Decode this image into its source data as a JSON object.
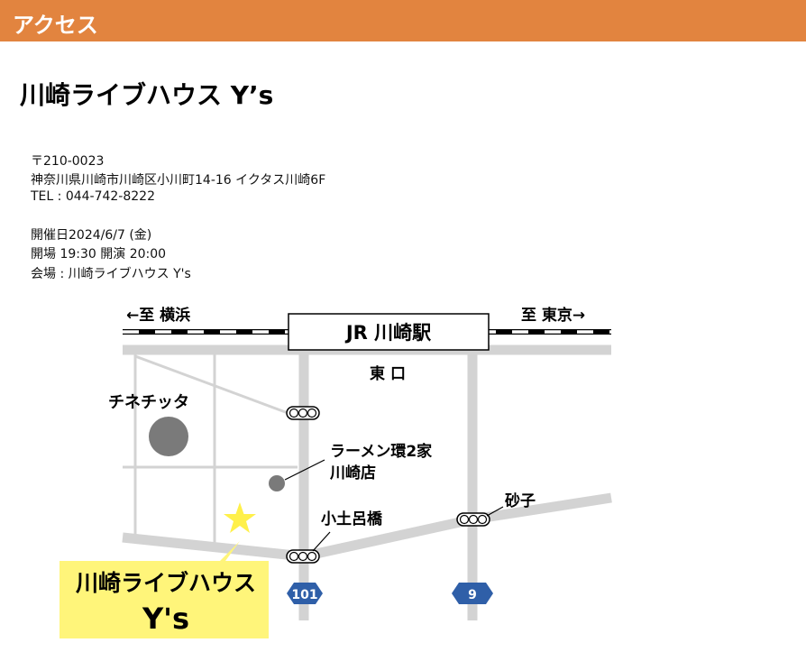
{
  "header": {
    "title": "アクセス"
  },
  "venue": {
    "name": "川崎ライブハウス Y’s"
  },
  "address": {
    "postal": "〒210-0023",
    "street": "神奈川県川崎市川崎区小川町14-16 イクタス川崎6F",
    "tel": "TEL : 044-742-8222"
  },
  "event": {
    "date": "開催日2024/6/7 (金)",
    "times": "開場 19:30 開演 20:00",
    "place": "会場 : 川崎ライブハウス Y's"
  },
  "map": {
    "to_yokohama": "←至 横浜",
    "to_tokyo": "至 東京→",
    "station": "JR 川崎駅",
    "east_exit": "東 口",
    "landmark_cinecitta": "チネチッタ",
    "landmark_ramen_1": "ラーメン環2家",
    "landmark_ramen_2": "川崎店",
    "intersection_kodoro": "小土呂橋",
    "intersection_isago": "砂子",
    "route_101": "101",
    "route_9": "9",
    "venue_label_1": "川崎ライブハウス",
    "venue_label_2": "Y's",
    "colors": {
      "road": "#D3D3D3",
      "route_shield": "#2F5FA8",
      "venue_box": "#FFF57A",
      "star": "#FFF04A",
      "landmark": "#7A7A7A"
    }
  }
}
